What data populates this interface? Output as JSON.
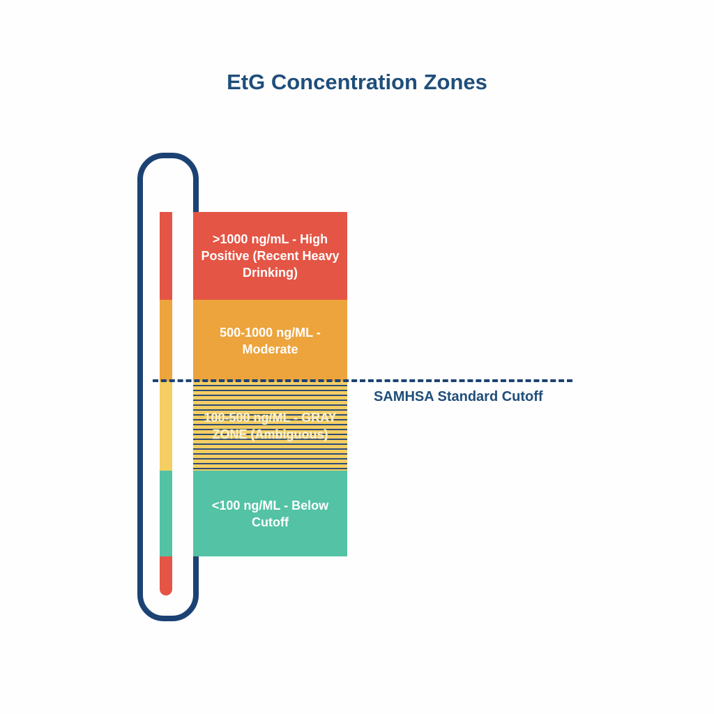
{
  "title": "EtG Concentration Zones",
  "zones": [
    {
      "id": "high",
      "label": ">1000 ng/mL - High Positive (Recent Heavy Drinking)",
      "color": "#e45545"
    },
    {
      "id": "moderate",
      "label": "500-1000 ng/ML - Moderate",
      "color": "#eda43c"
    },
    {
      "id": "gray",
      "label": "100-500 ng/ML - GRAY ZONE (Ambiguous)",
      "color": "#f5ce63",
      "stripe_color": "#2d4d78"
    },
    {
      "id": "below",
      "label": "<100 ng/ML - Below Cutoff",
      "color": "#53c2a5"
    }
  ],
  "tube": {
    "outline_color": "#1c4273",
    "segment_colors": [
      "#e45545",
      "#eda43c",
      "#f5ce63",
      "#53c2a5",
      "#e45545"
    ]
  },
  "cutoff": {
    "label": "SAMHSA Standard Cutoff",
    "color": "#1c4273"
  }
}
